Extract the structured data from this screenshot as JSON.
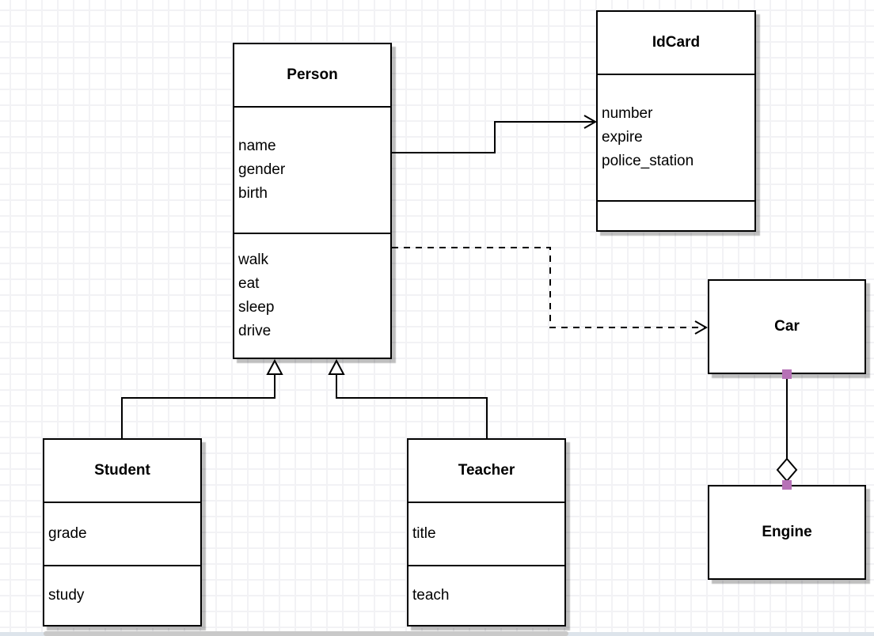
{
  "classes": {
    "person": {
      "name": "Person",
      "attributes": [
        "name",
        "gender",
        "birth"
      ],
      "methods": [
        "walk",
        "eat",
        "sleep",
        "drive"
      ]
    },
    "idcard": {
      "name": "IdCard",
      "attributes": [
        "number",
        "expire",
        "police_station"
      ],
      "methods": []
    },
    "car": {
      "name": "Car",
      "attributes": [],
      "methods": []
    },
    "engine": {
      "name": "Engine",
      "attributes": [],
      "methods": []
    },
    "student": {
      "name": "Student",
      "attributes": [
        "grade"
      ],
      "methods": [
        "study"
      ]
    },
    "teacher": {
      "name": "Teacher",
      "attributes": [
        "title"
      ],
      "methods": [
        "teach"
      ]
    }
  },
  "relationships": [
    {
      "from": "Person",
      "to": "IdCard",
      "type": "association",
      "line": "solid",
      "arrow": "open-arrow"
    },
    {
      "from": "Person",
      "to": "Car",
      "type": "dependency",
      "line": "dashed",
      "arrow": "open-arrow"
    },
    {
      "from": "Student",
      "to": "Person",
      "type": "generalization",
      "line": "solid",
      "arrow": "hollow-triangle"
    },
    {
      "from": "Teacher",
      "to": "Person",
      "type": "generalization",
      "line": "solid",
      "arrow": "hollow-triangle"
    },
    {
      "from": "Car",
      "to": "Engine",
      "type": "aggregation",
      "line": "solid",
      "arrow": "hollow-diamond"
    }
  ],
  "colors": {
    "box_border": "#000000",
    "box_fill": "#ffffff",
    "shadow": "#c8c8c8",
    "grid_line": "#f2f2f5",
    "connection_point": "#b671b6",
    "page_edge": "#dde4eb",
    "scrollbar_thumb": "#c9c9c9"
  }
}
